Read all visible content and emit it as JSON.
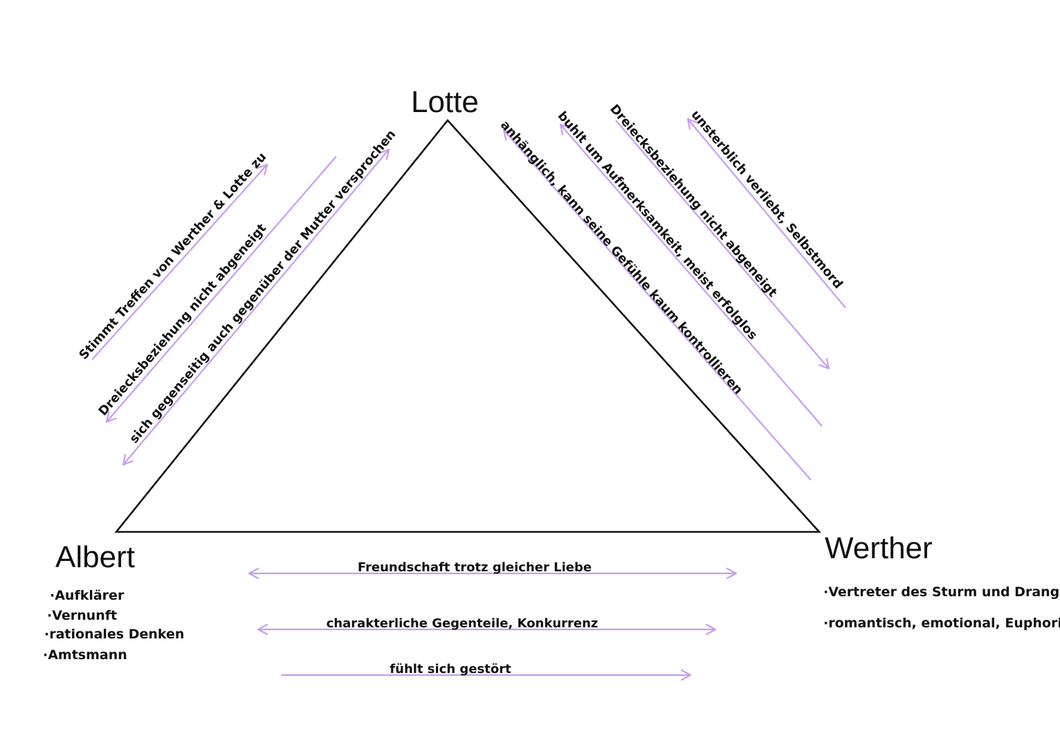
{
  "characters": {
    "lotte": {
      "name": "Lotte"
    },
    "albert": {
      "name": "Albert",
      "traits": [
        "·Aufklärer",
        "·Vernunft",
        "·rationales Denken",
        "·Amtsmann"
      ]
    },
    "werther": {
      "name": "Werther",
      "traits": [
        "·Vertreter des Sturm und Drang",
        "·romantisch, emotional, Euphorie"
      ]
    }
  },
  "relations": {
    "albert_lotte": [
      "Stimmt Treffen von Werther & Lotte zu",
      "Dreiecksbeziehung nicht abgeneigt",
      "sich gegenseitig auch gegenüber der Mutter versprochen"
    ],
    "werther_lotte": [
      "anhänglich, kann seine Gefühle kaum kontrollieren",
      "buhlt um Aufmerksamkeit, meist erfolglos",
      "Dreiecksbeziehung nicht abgeneigt",
      "unsterblich verliebt, Selbstmord"
    ],
    "albert_werther": [
      "Freundschaft trotz gleicher Liebe",
      "charakterliche Gegenteile, Konkurrenz",
      "fühlt sich gestört"
    ]
  },
  "colors": {
    "arrow": "#c89cf0",
    "triangle": "#111111",
    "text": "#111111"
  }
}
